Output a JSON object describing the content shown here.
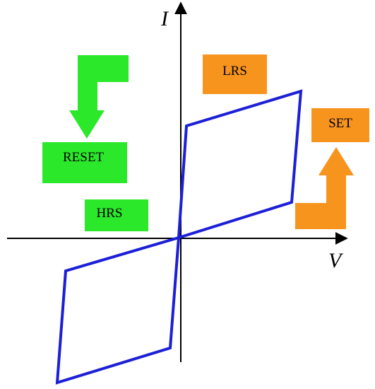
{
  "axes": {
    "x_label": "V",
    "y_label": "I"
  },
  "states": {
    "lrs": "LRS",
    "hrs": "HRS",
    "set": "SET",
    "reset": "RESET"
  },
  "colors": {
    "loop": "#1c1fd6",
    "lrs_box": "#f7941d",
    "set_box": "#f7941d",
    "set_arrow": "#f7941d",
    "hrs_box": "#2be82b",
    "reset_box": "#2be82b",
    "reset_arrow": "#2be82b",
    "axis": "#000000"
  }
}
